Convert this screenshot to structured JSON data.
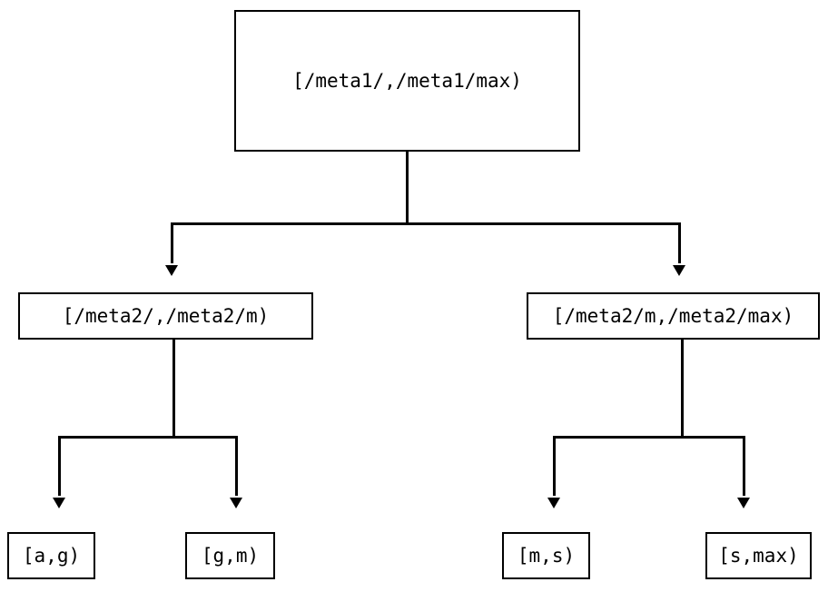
{
  "diagram": {
    "type": "tree",
    "orientation": "top-down",
    "background_color": "#ffffff",
    "stroke_color": "#000000",
    "text_color": "#000000",
    "nodes": {
      "root": {
        "label": "[/meta1/,/meta1/max)",
        "level": 0
      },
      "meta2_low": {
        "label": "[/meta2/,/meta2/m)",
        "level": 1
      },
      "meta2_high": {
        "label": "[/meta2/m,/meta2/max)",
        "level": 1
      },
      "leaf_ag": {
        "label": "[a,g)",
        "level": 2
      },
      "leaf_gm": {
        "label": "[g,m)",
        "level": 2
      },
      "leaf_ms": {
        "label": "[m,s)",
        "level": 2
      },
      "leaf_smax": {
        "label": "[s,max)",
        "level": 2
      }
    },
    "edges": [
      {
        "from": "root",
        "to": "meta2_low",
        "arrow": "triangle-down"
      },
      {
        "from": "root",
        "to": "meta2_high",
        "arrow": "triangle-down"
      },
      {
        "from": "meta2_low",
        "to": "leaf_ag",
        "arrow": "triangle-down"
      },
      {
        "from": "meta2_low",
        "to": "leaf_gm",
        "arrow": "triangle-down"
      },
      {
        "from": "meta2_high",
        "to": "leaf_ms",
        "arrow": "triangle-down"
      },
      {
        "from": "meta2_high",
        "to": "leaf_smax",
        "arrow": "triangle-down"
      }
    ]
  }
}
